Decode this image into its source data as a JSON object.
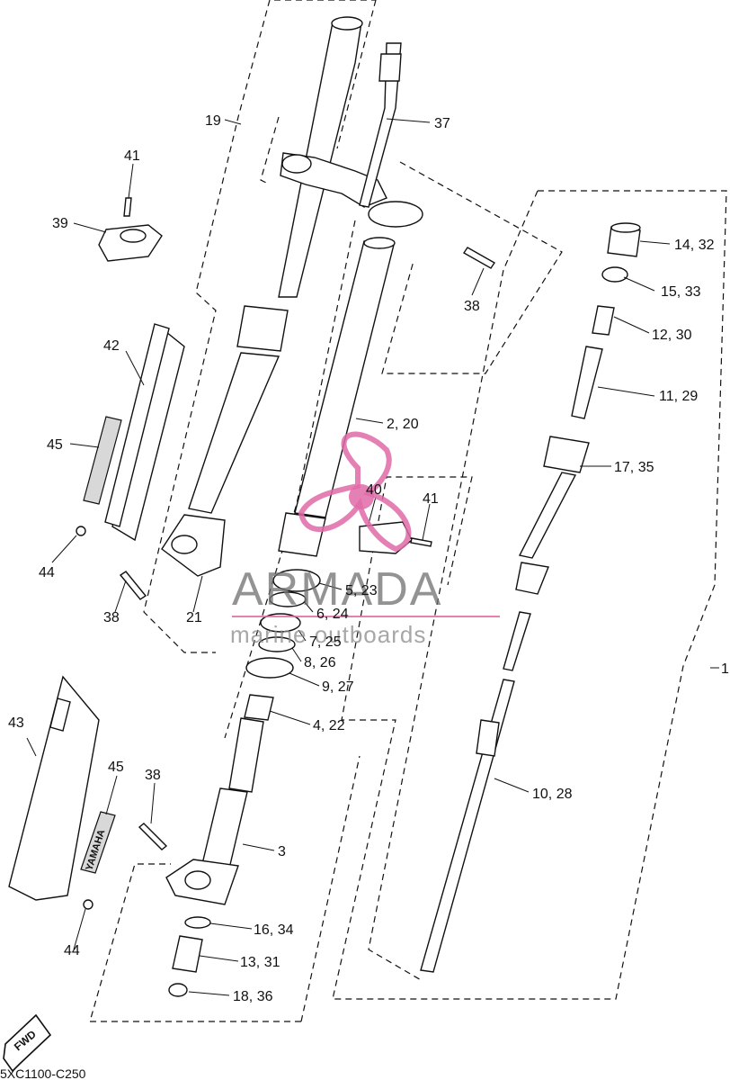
{
  "diagram_code": "5XC1100-C250",
  "fwd_label": "FWD",
  "brand_decal": "YAMAHA",
  "watermark": {
    "title": "ARMADA",
    "subtitle": "marine outboards",
    "accent_color": "#e06aa8"
  },
  "callouts": {
    "c1": "1",
    "c2_20": "2, 20",
    "c3": "3",
    "c4_22": "4, 22",
    "c5_23": "5, 23",
    "c6_24": "6, 24",
    "c7_25": "7, 25",
    "c8_26": "8, 26",
    "c9_27": "9, 27",
    "c10_28": "10, 28",
    "c11_29": "11, 29",
    "c12_30": "12, 30",
    "c13_31": "13, 31",
    "c14_32": "14, 32",
    "c15_33": "15, 33",
    "c16_34": "16, 34",
    "c17_35": "17, 35",
    "c18_36": "18, 36",
    "c19": "19",
    "c21": "21",
    "c37": "37",
    "c38_top": "38",
    "c38_left": "38",
    "c38_bottom": "38",
    "c39": "39",
    "c40": "40",
    "c41_top": "41",
    "c41_mid": "41",
    "c42": "42",
    "c43": "43",
    "c44_top": "44",
    "c44_bottom": "44",
    "c45_top": "45",
    "c45_bottom": "45"
  }
}
